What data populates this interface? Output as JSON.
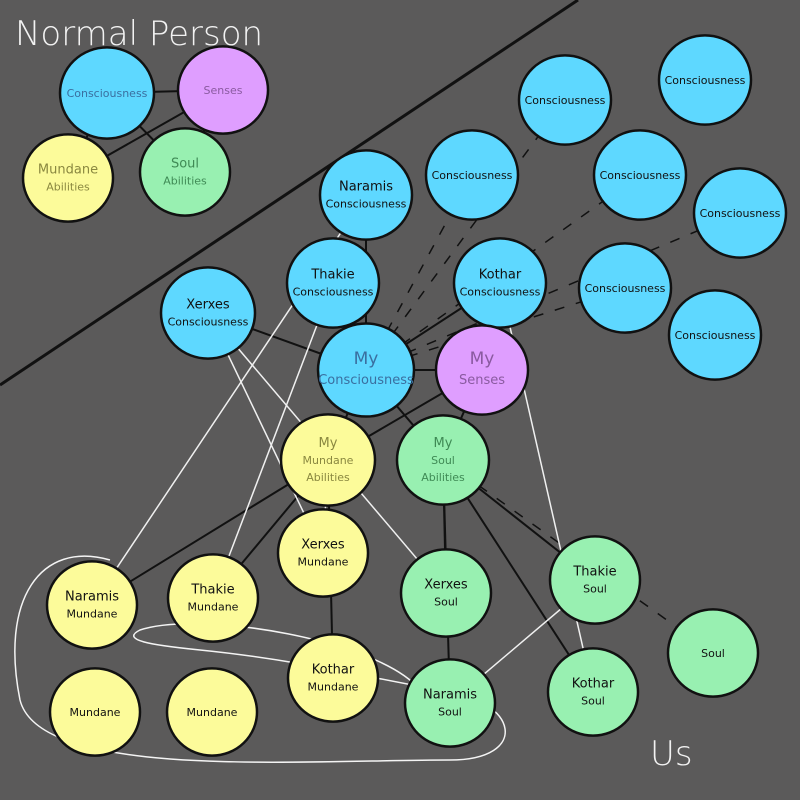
{
  "titles": {
    "normal": "Normal Person",
    "us": "Us"
  },
  "colors": {
    "consciousness": "#5ed8ff",
    "senses": "#df9eff",
    "mundane": "#fcfb9a",
    "soul": "#98f0b1",
    "background": "#5b5a5a"
  },
  "nodes": [
    {
      "id": "np-con",
      "type": "consciousness",
      "lines": [
        "Consciousness"
      ],
      "text_color": "#3a6fa0"
    },
    {
      "id": "np-sen",
      "type": "senses",
      "lines": [
        "Senses"
      ],
      "text_color": "#8a5aa0"
    },
    {
      "id": "np-mun",
      "type": "mundane",
      "lines": [
        "Mundane",
        "Abilities"
      ],
      "text_color": "#8a8840"
    },
    {
      "id": "np-soul",
      "type": "soul",
      "lines": [
        "Soul",
        "Abilities"
      ],
      "text_color": "#3f8a55"
    },
    {
      "id": "c1",
      "type": "consciousness",
      "lines": [
        "Consciousness"
      ]
    },
    {
      "id": "c2",
      "type": "consciousness",
      "lines": [
        "Consciousness"
      ]
    },
    {
      "id": "c3",
      "type": "consciousness",
      "lines": [
        "Consciousness"
      ]
    },
    {
      "id": "c4",
      "type": "consciousness",
      "lines": [
        "Consciousness"
      ]
    },
    {
      "id": "c5",
      "type": "consciousness",
      "lines": [
        "Consciousness"
      ]
    },
    {
      "id": "c6",
      "type": "consciousness",
      "lines": [
        "Consciousness"
      ]
    },
    {
      "id": "c7",
      "type": "consciousness",
      "lines": [
        "Consciousness"
      ]
    },
    {
      "id": "naramis-c",
      "type": "consciousness",
      "lines": [
        "Naramis",
        "Consciousness"
      ]
    },
    {
      "id": "thakie-c",
      "type": "consciousness",
      "lines": [
        "Thakie",
        "Consciousness"
      ]
    },
    {
      "id": "kothar-c",
      "type": "consciousness",
      "lines": [
        "Kothar",
        "Consciousness"
      ]
    },
    {
      "id": "xerxes-c",
      "type": "consciousness",
      "lines": [
        "Xerxes",
        "Consciousness"
      ]
    },
    {
      "id": "my-c",
      "type": "consciousness",
      "lines": [
        "My",
        "Consciousness"
      ],
      "big": true,
      "text_color": "#3a6fa0"
    },
    {
      "id": "my-sen",
      "type": "senses",
      "lines": [
        "My",
        "Senses"
      ],
      "big": true,
      "text_color": "#8a5aa0"
    },
    {
      "id": "my-mun",
      "type": "mundane",
      "lines": [
        "My",
        "Mundane",
        "Abilities"
      ],
      "text_color": "#8a8840"
    },
    {
      "id": "my-soul",
      "type": "soul",
      "lines": [
        "My",
        "Soul",
        "Abilities"
      ],
      "text_color": "#3f8a55"
    },
    {
      "id": "xerxes-m",
      "type": "mundane",
      "lines": [
        "Xerxes",
        "Mundane"
      ]
    },
    {
      "id": "naramis-m",
      "type": "mundane",
      "lines": [
        "Naramis",
        "Mundane"
      ]
    },
    {
      "id": "thakie-m",
      "type": "mundane",
      "lines": [
        "Thakie",
        "Mundane"
      ]
    },
    {
      "id": "kothar-m",
      "type": "mundane",
      "lines": [
        "Kothar",
        "Mundane"
      ]
    },
    {
      "id": "m1",
      "type": "mundane",
      "lines": [
        "Mundane"
      ]
    },
    {
      "id": "m2",
      "type": "mundane",
      "lines": [
        "Mundane"
      ]
    },
    {
      "id": "xerxes-s",
      "type": "soul",
      "lines": [
        "Xerxes",
        "Soul"
      ]
    },
    {
      "id": "thakie-s",
      "type": "soul",
      "lines": [
        "Thakie",
        "Soul"
      ]
    },
    {
      "id": "s1",
      "type": "soul",
      "lines": [
        "Soul"
      ]
    },
    {
      "id": "naramis-s",
      "type": "soul",
      "lines": [
        "Naramis",
        "Soul"
      ]
    },
    {
      "id": "kothar-s",
      "type": "soul",
      "lines": [
        "Kothar",
        "Soul"
      ]
    }
  ],
  "edges": [
    {
      "a": "np-con",
      "b": "np-sen",
      "style": "black"
    },
    {
      "a": "np-con",
      "b": "np-mun",
      "style": "black"
    },
    {
      "a": "np-con",
      "b": "np-soul",
      "style": "black"
    },
    {
      "a": "np-sen",
      "b": "np-mun",
      "style": "black"
    },
    {
      "a": "np-sen",
      "b": "np-soul",
      "style": "black"
    },
    {
      "a": "my-c",
      "b": "my-sen",
      "style": "black"
    },
    {
      "a": "my-c",
      "b": "my-mun",
      "style": "black"
    },
    {
      "a": "my-c",
      "b": "my-soul",
      "style": "black"
    },
    {
      "a": "my-sen",
      "b": "my-mun",
      "style": "black"
    },
    {
      "a": "my-sen",
      "b": "my-soul",
      "style": "black"
    },
    {
      "a": "my-c",
      "b": "naramis-c",
      "style": "black"
    },
    {
      "a": "my-c",
      "b": "thakie-c",
      "style": "black"
    },
    {
      "a": "my-c",
      "b": "kothar-c",
      "style": "black"
    },
    {
      "a": "my-c",
      "b": "xerxes-c",
      "style": "black"
    },
    {
      "a": "my-c",
      "b": "c3",
      "style": "dashed"
    },
    {
      "a": "my-c",
      "b": "c1",
      "style": "dashed"
    },
    {
      "a": "my-c",
      "b": "c4",
      "style": "dashed"
    },
    {
      "a": "my-c",
      "b": "c5",
      "style": "dashed"
    },
    {
      "a": "my-c",
      "b": "c6",
      "style": "dashed"
    },
    {
      "a": "my-mun",
      "b": "naramis-m",
      "style": "black"
    },
    {
      "a": "my-mun",
      "b": "thakie-m",
      "style": "black"
    },
    {
      "a": "my-mun",
      "b": "kothar-m",
      "style": "black"
    },
    {
      "a": "my-soul",
      "b": "xerxes-s",
      "style": "black"
    },
    {
      "a": "my-soul",
      "b": "thakie-s",
      "style": "black"
    },
    {
      "a": "my-soul",
      "b": "naramis-s",
      "style": "black"
    },
    {
      "a": "my-soul",
      "b": "kothar-s",
      "style": "black"
    },
    {
      "a": "my-soul",
      "b": "s1",
      "style": "dashed"
    },
    {
      "a": "xerxes-c",
      "b": "xerxes-m",
      "style": "white"
    },
    {
      "a": "xerxes-c",
      "b": "xerxes-s",
      "style": "white"
    },
    {
      "a": "thakie-c",
      "b": "thakie-m",
      "style": "white"
    },
    {
      "a": "naramis-c",
      "b": "naramis-m",
      "style": "white"
    },
    {
      "a": "kothar-c",
      "b": "kothar-s",
      "style": "white"
    },
    {
      "a": "xerxes-m",
      "b": "my-mun",
      "style": "white"
    },
    {
      "a": "thakie-s",
      "b": "naramis-s",
      "style": "white"
    }
  ]
}
